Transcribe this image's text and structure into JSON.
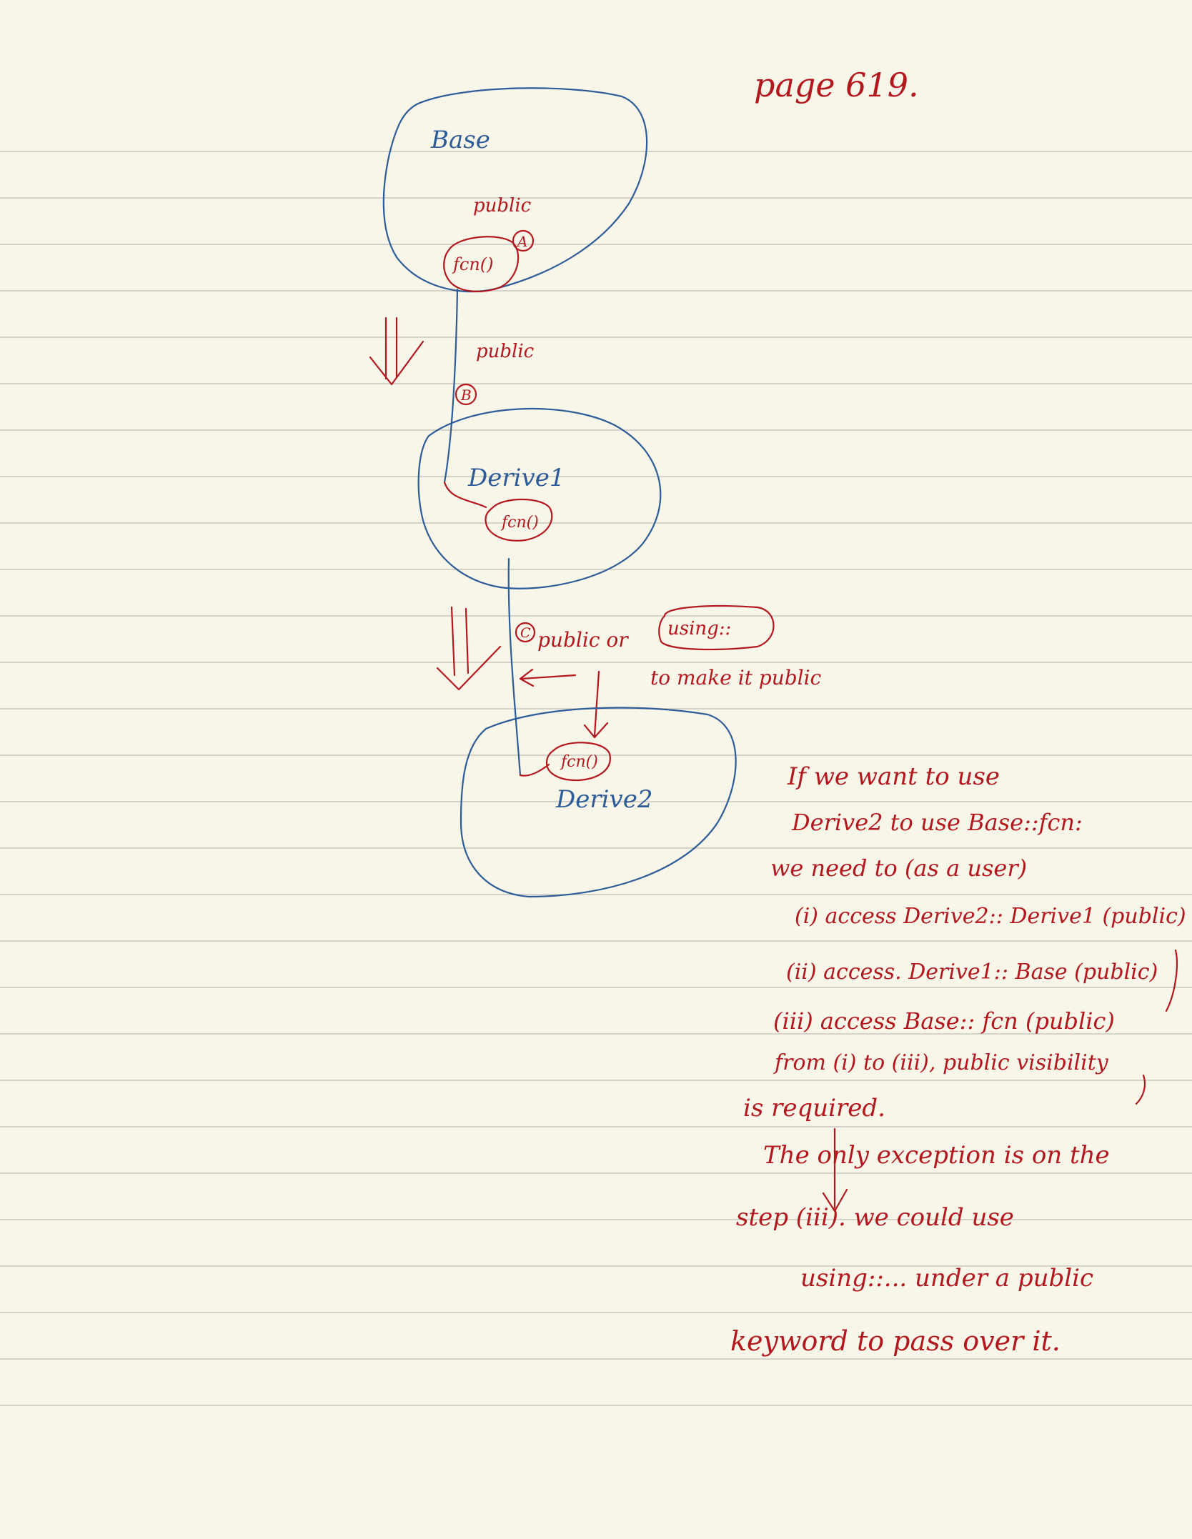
{
  "page_label": "page 619.",
  "diagram": {
    "base": {
      "label": "Base",
      "member": "fcn()",
      "visibility": "public",
      "marker": "A"
    },
    "derive1": {
      "label": "Derive1",
      "member": "fcn()",
      "inherit_visibility": "public",
      "marker": "B"
    },
    "derive2": {
      "label": "Derive2",
      "member": "fcn()",
      "inherit_visibility": "public or",
      "marker": "C",
      "alternative": "using::",
      "alternative_note": "to make it public"
    }
  },
  "notes": [
    "If we want to use",
    "Derive2 to use   Base::fcn:",
    "we need to  (as a user)",
    "(i)  access  Derive2::  Derive1 (public)",
    "(ii)  access.  Derive1::  Base (public)",
    "(iii)  access  Base::  fcn  (public)",
    "from  (i)  to  (iii),  public  visibility",
    "is  required.",
    "The only   exception  is  on  the",
    "step (iii).   we could use",
    "using::...  under  a  public",
    "keyword  to  pass  over  it."
  ],
  "colors": {
    "paper": "#f8f5e9",
    "rule": "#d4d2c9",
    "red_ink": "#b3181f",
    "blue_ink": "#2d5c98"
  }
}
